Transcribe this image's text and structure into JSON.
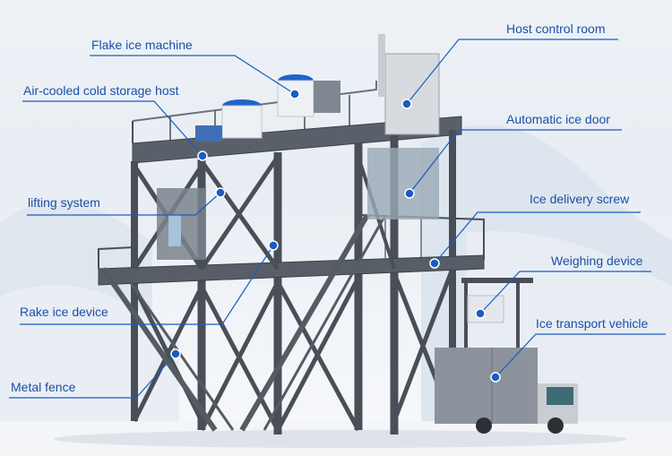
{
  "diagram": {
    "subject": "Flake ice plant steel structure with ice transport vehicle",
    "accent_color": "#1a5cc0",
    "labels": [
      {
        "id": "flake-ice-machine",
        "text": "Flake ice machine"
      },
      {
        "id": "air-cooled-cold-storage-host",
        "text": "Air-cooled cold storage host"
      },
      {
        "id": "lifting-system",
        "text": "lifting system"
      },
      {
        "id": "rake-ice-device",
        "text": "Rake ice device"
      },
      {
        "id": "metal-fence",
        "text": "Metal fence"
      },
      {
        "id": "host-control-room",
        "text": "Host control room"
      },
      {
        "id": "automatic-ice-door",
        "text": "Automatic ice door"
      },
      {
        "id": "ice-delivery-screw",
        "text": "Ice delivery screw"
      },
      {
        "id": "weighing-device",
        "text": "Weighing device"
      },
      {
        "id": "ice-transport-vehicle",
        "text": "Ice transport vehicle"
      }
    ]
  }
}
